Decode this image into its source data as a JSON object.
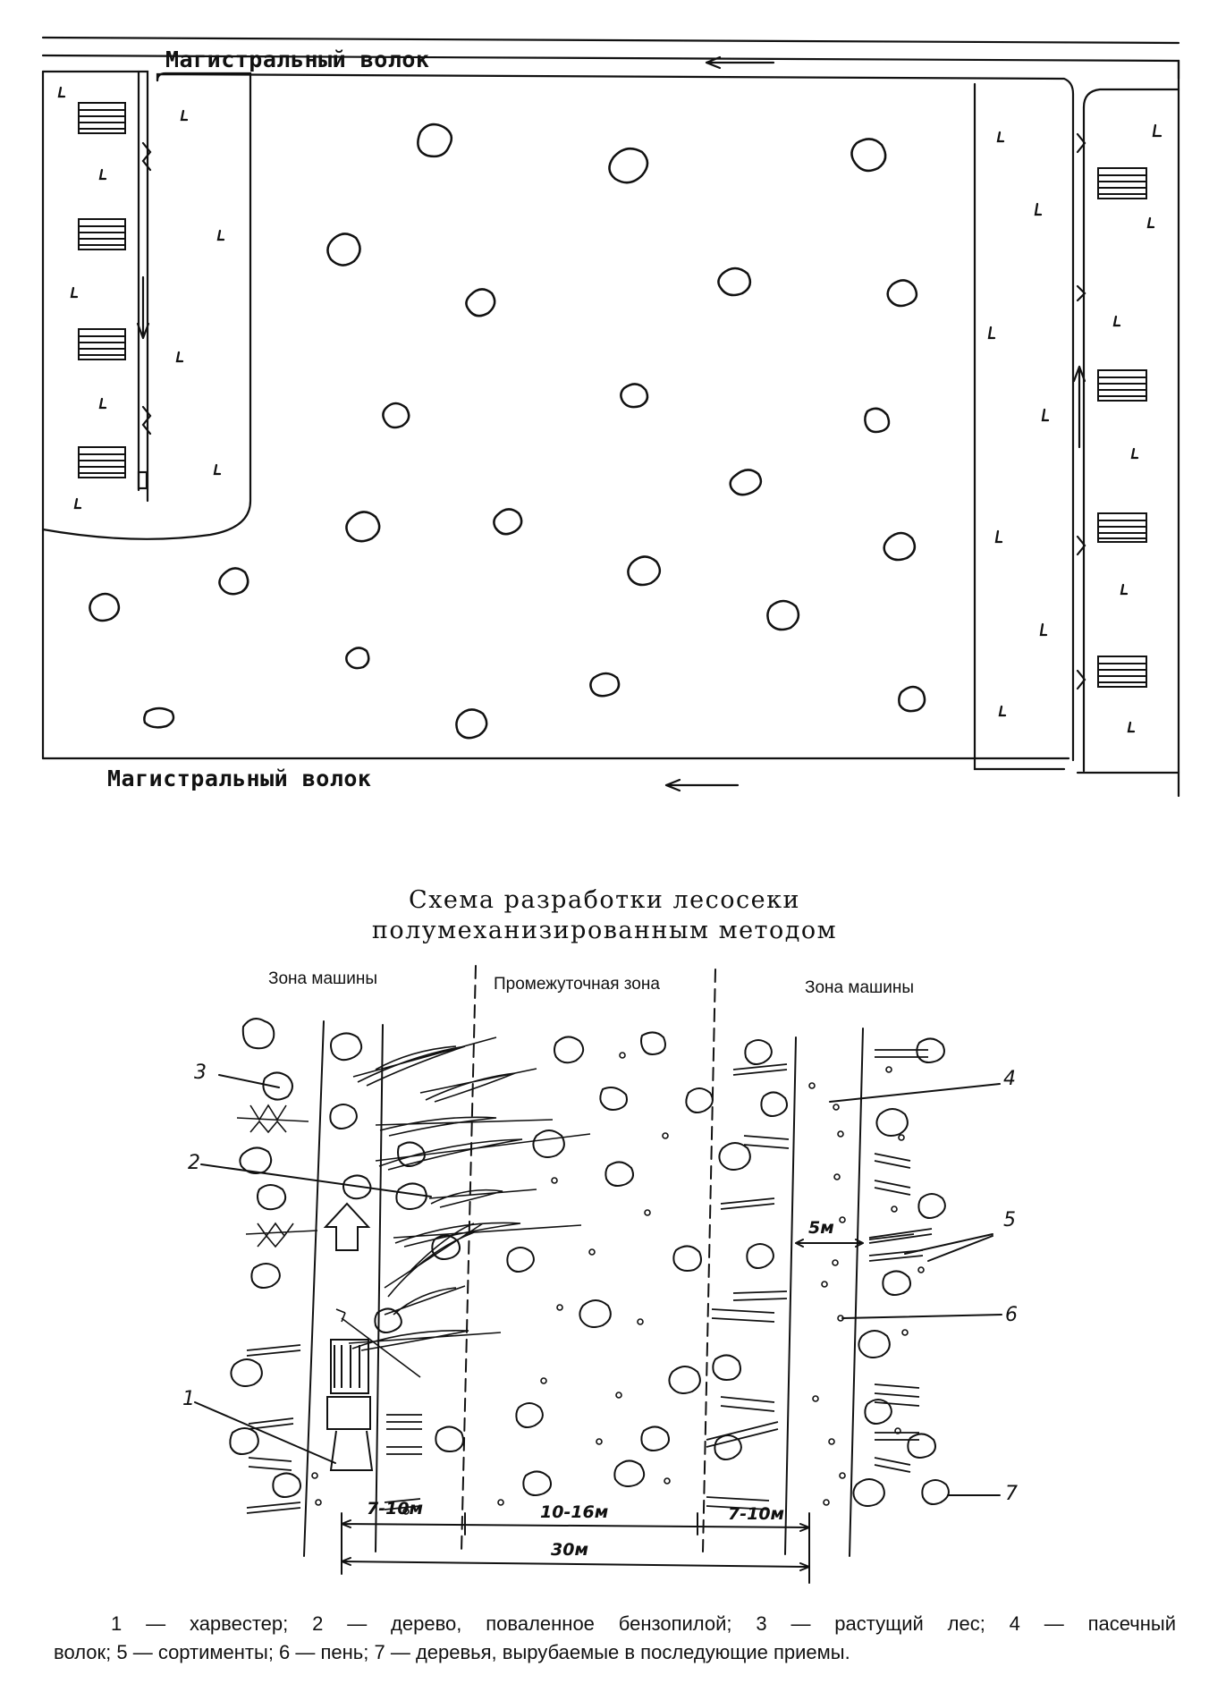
{
  "top_diagram": {
    "road_label_top": "Магистральный волок",
    "road_label_bottom": "Магистральный волок"
  },
  "bottom_diagram": {
    "title_line1": "Схема разработки лесосеки",
    "title_line2": "полумеханизированным методом",
    "zone_left": "Зона машины",
    "zone_middle": "Промежуточная зона",
    "zone_right": "Зона машины",
    "callouts": {
      "n1": "1",
      "n2": "2",
      "n3": "3",
      "n4": "4",
      "n5": "5",
      "n6": "6",
      "n7": "7"
    },
    "dimensions": {
      "d_left": "7-10м",
      "d_middle": "10-16м",
      "d_right": "7-10м",
      "d_total": "30м",
      "d_gap": "5м"
    }
  },
  "caption": {
    "line1": "1 — харвестер; 2 — дерево, поваленное бензопилой; 3 — растущий лес; 4 — пасечный",
    "line2": "волок; 5 — сортименты; 6 — пень; 7 — деревья, вырубаемые в последующие приемы."
  }
}
